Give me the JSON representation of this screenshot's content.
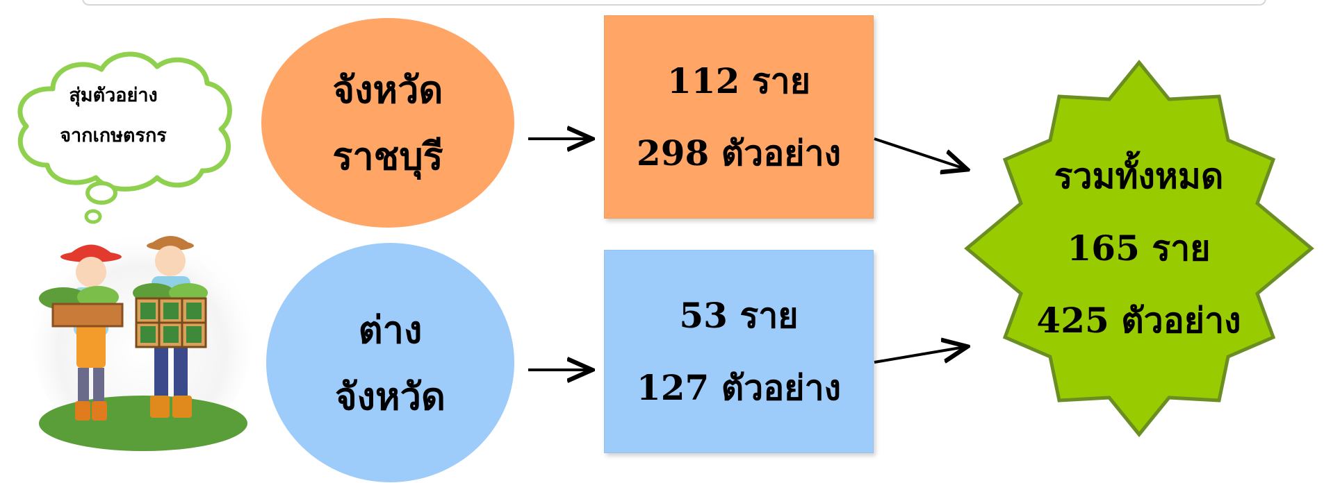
{
  "cloud": {
    "lines": [
      "สุ่มตัวอย่าง",
      "จากเกษตรกร"
    ]
  },
  "ratchaburi": {
    "label_lines": [
      "จังหวัด",
      "ราชบุรี"
    ],
    "count": "112 ราย",
    "samples": "298 ตัวอย่าง"
  },
  "other": {
    "label_lines": [
      "ต่าง",
      "จังหวัด"
    ],
    "count": "53 ราย",
    "samples": "127 ตัวอย่าง"
  },
  "total": {
    "lines": [
      "รวมทั้งหมด",
      "165 ราย",
      "425 ตัวอย่าง"
    ]
  },
  "colors": {
    "orange": "#ffa566",
    "blue": "#9dcbfa",
    "green": "#99cc00",
    "green_border": "#6b8e23",
    "cloud_border": "#8fd14f"
  }
}
